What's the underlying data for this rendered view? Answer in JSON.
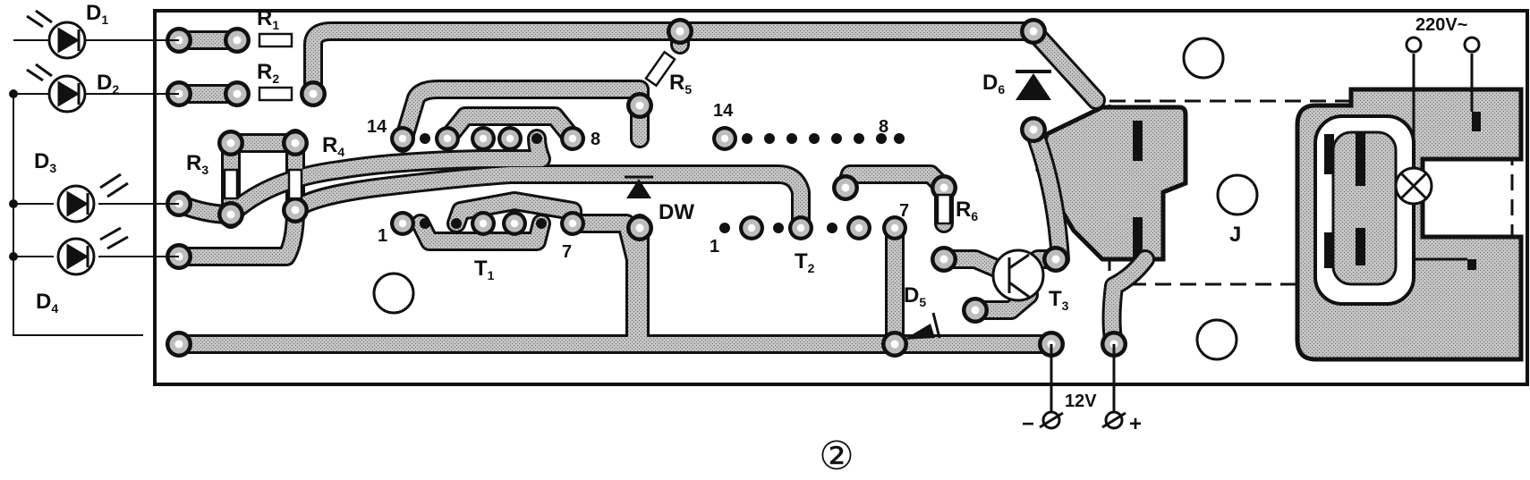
{
  "labels": {
    "d1": "D",
    "d1_sub": "1",
    "d2": "D",
    "d2_sub": "2",
    "d3": "D",
    "d3_sub": "3",
    "d4": "D",
    "d4_sub": "4",
    "r1": "R",
    "r1_sub": "1",
    "r2": "R",
    "r2_sub": "2",
    "r3": "R",
    "r3_sub": "3",
    "r4": "R",
    "r4_sub": "4",
    "r5": "R",
    "r5_sub": "5",
    "r6": "R",
    "r6_sub": "6",
    "t1": "T",
    "t1_sub": "1",
    "t2": "T",
    "t2_sub": "2",
    "t3": "T",
    "t3_sub": "3",
    "d5": "D",
    "d5_sub": "5",
    "d6": "D",
    "d6_sub": "6",
    "dw": "DW",
    "relay": "J",
    "mains": "220V~",
    "supply": "12V",
    "minus": "−",
    "plus": "+",
    "figure_number": "②",
    "ic1_pin14": "14",
    "ic1_pin8": "8",
    "ic1_pin1": "1",
    "ic1_pin7": "7",
    "ic2_pin14": "14",
    "ic2_pin8": "8",
    "ic2_pin1": "1",
    "ic2_pin7": "7"
  },
  "colors": {
    "ink": "#111111",
    "hatch": "#b8b8b8",
    "paper": "#ffffff"
  }
}
